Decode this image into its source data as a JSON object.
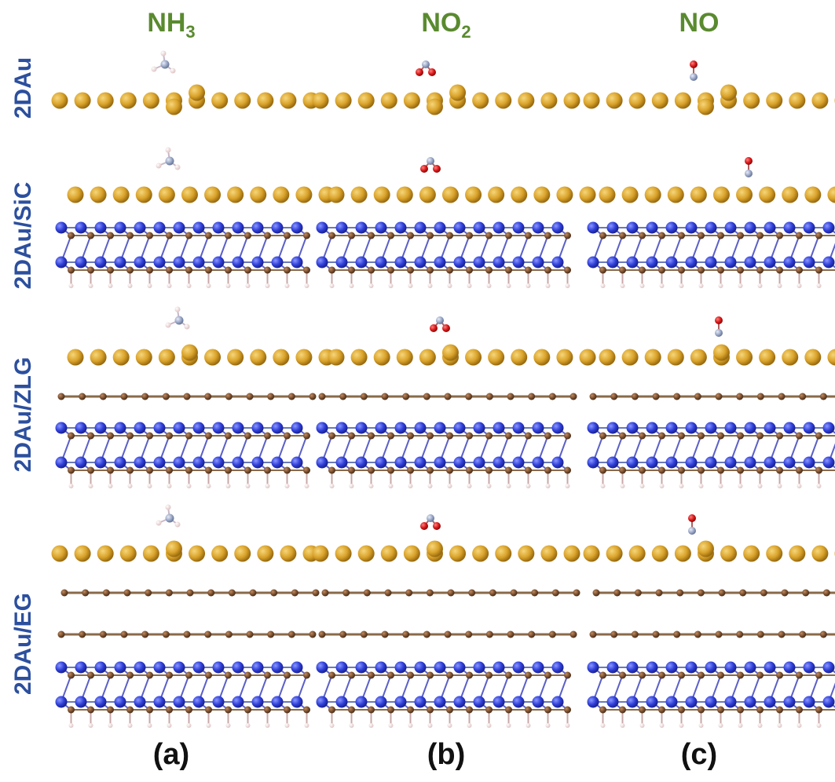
{
  "columns": [
    {
      "gas_main": "NH",
      "gas_sub": "3",
      "panel": "(a)",
      "molecule": "NH3"
    },
    {
      "gas_main": "NO",
      "gas_sub": "2",
      "panel": "(b)",
      "molecule": "NO2"
    },
    {
      "gas_main": "NO",
      "gas_sub": "",
      "panel": "(c)",
      "molecule": "NO"
    }
  ],
  "rows": [
    {
      "label": "2DAu",
      "structure": "2DAu"
    },
    {
      "label": "2DAu/SiC",
      "structure": "2DAu/SiC"
    },
    {
      "label": "2DAu/ZLG",
      "structure": "2DAu/ZLG"
    },
    {
      "label": "2DAu/EG",
      "structure": "2DAu/EG"
    }
  ],
  "colors": {
    "title": "#5a8a2f",
    "row_label": "#2c4f9e",
    "gold": "#d9a22a",
    "gold_dark": "#9a6c10",
    "silicon_blue": "#2f3fd8",
    "carbon_brown": "#7a5030",
    "hydrogen_pink": "#f2dada",
    "oxygen_red": "#d81818",
    "nitrogen_gray": "#9aa8c8"
  }
}
